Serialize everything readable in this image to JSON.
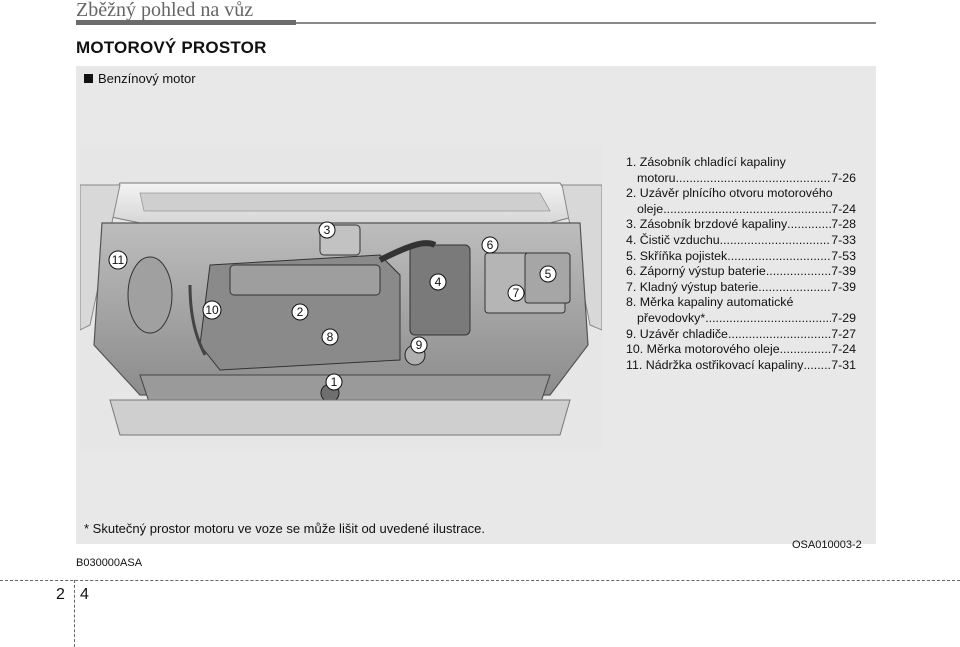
{
  "header": {
    "title": "Zběžný pohled na vůz"
  },
  "section_title": "MOTOROVÝ PROSTOR",
  "subheading": "Benzínový motor",
  "callouts": [
    "1",
    "2",
    "3",
    "4",
    "5",
    "6",
    "7",
    "8",
    "9",
    "10",
    "11"
  ],
  "parts": [
    {
      "lines": [
        "1. Zásobník chladící kapaliny",
        "motoru"
      ],
      "page": "7-26"
    },
    {
      "lines": [
        "2. Uzávěr plnícího otvoru motorového",
        "oleje"
      ],
      "page": "7-24"
    },
    {
      "lines": [
        "3. Zásobník brzdové kapaliny"
      ],
      "page": "7-28"
    },
    {
      "lines": [
        "4. Čistič vzduchu"
      ],
      "page": "7-33"
    },
    {
      "lines": [
        "5. Skříňka pojistek"
      ],
      "page": "7-53"
    },
    {
      "lines": [
        "6. Záporný výstup baterie"
      ],
      "page": "7-39"
    },
    {
      "lines": [
        "7. Kladný výstup baterie"
      ],
      "page": "7-39"
    },
    {
      "lines": [
        "8. Měrka kapaliny automatické",
        "převodovky*"
      ],
      "page": "7-29"
    },
    {
      "lines": [
        "9. Uzávěr chladiče"
      ],
      "page": "7-27"
    },
    {
      "lines": [
        "10. Měrka motorového oleje"
      ],
      "page": "7-24"
    },
    {
      "lines": [
        "11. Nádržka ostřikovací kapaliny"
      ],
      "page": "7-31"
    }
  ],
  "disclaimer": "* Skutečný prostor motoru ve voze se může lišit od uvedené ilustrace.",
  "code_left": "B030000ASA",
  "code_right": "OSA010003-2",
  "footer": {
    "chapter": "2",
    "page": "4"
  }
}
